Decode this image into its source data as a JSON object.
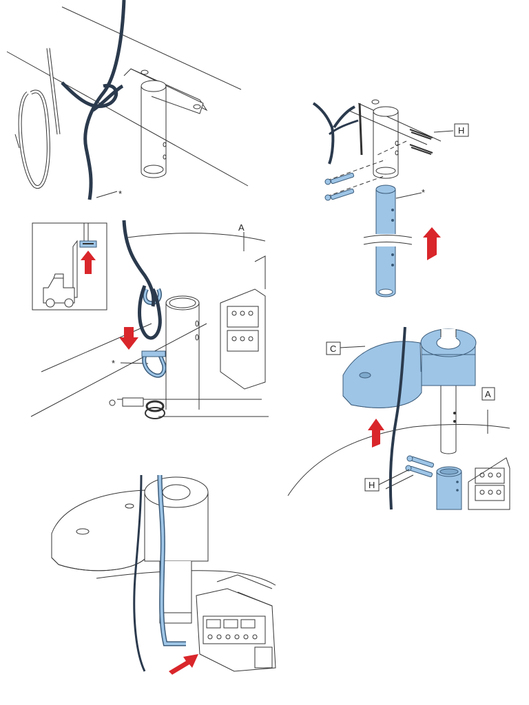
{
  "labels": {
    "asterisk": "*",
    "A": "A",
    "C": "C",
    "H": "H"
  },
  "colors": {
    "line": "#333333",
    "rope": "#2b3a4d",
    "blue": "#9ec5e6",
    "blue_stroke": "#3a5a78",
    "arrow_red": "#d9262b",
    "white": "#ffffff"
  }
}
